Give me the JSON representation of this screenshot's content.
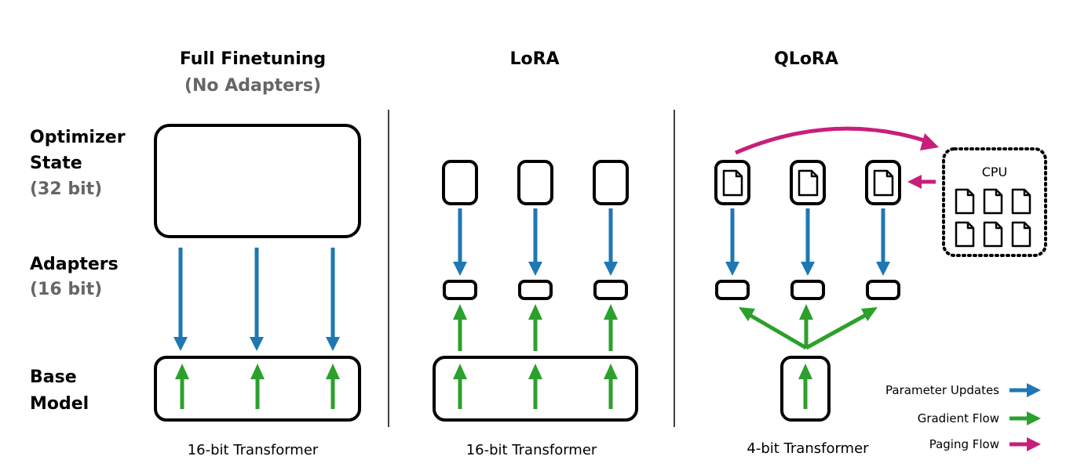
{
  "columns": [
    {
      "title": "Full Finetuning",
      "subtitle": "(No Adapters)",
      "footer": "16-bit Transformer"
    },
    {
      "title": "LoRA",
      "subtitle": "",
      "footer": "16-bit Transformer"
    },
    {
      "title": "QLoRA",
      "subtitle": "",
      "footer": "4-bit Transformer"
    }
  ],
  "rows": {
    "optimizer": {
      "line1": "Optimizer",
      "line2": "State",
      "bits": "(32 bit)"
    },
    "adapters": {
      "line1": "Adapters",
      "bits": "(16 bit)"
    },
    "base": {
      "line1": "Base",
      "line2": "Model"
    }
  },
  "cpu": {
    "label": "CPU"
  },
  "legend": [
    {
      "label": "Parameter Updates",
      "color": "#1f77b4"
    },
    {
      "label": "Gradient Flow",
      "color": "#2ca02c"
    },
    {
      "label": "Paging Flow",
      "color": "#c71f7a"
    }
  ],
  "colors": {
    "blue": "#1f77b4",
    "green": "#2ca02c",
    "pink": "#c71f7a",
    "gray_text": "#666666"
  }
}
